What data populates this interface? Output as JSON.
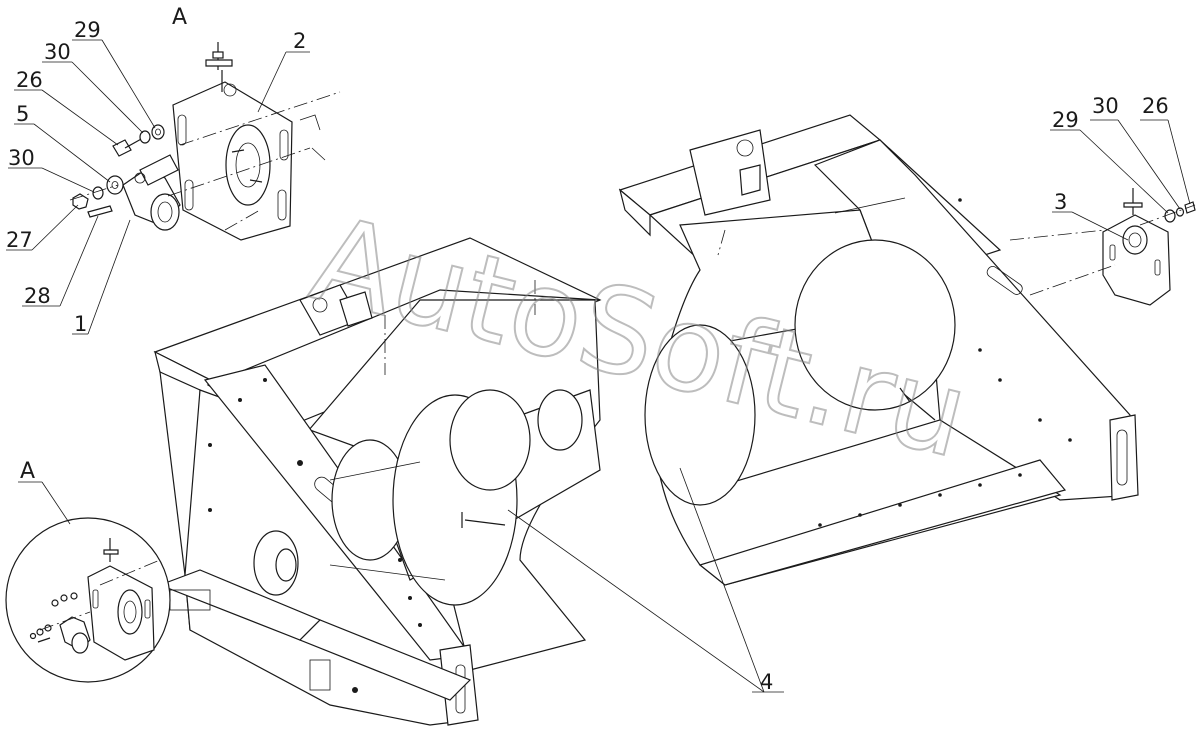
{
  "view_label": "A",
  "detail_label": "A",
  "callouts": {
    "c1": "1",
    "c2": "2",
    "c3": "3",
    "c4": "4",
    "c5": "5",
    "c26a": "26",
    "c26b": "26",
    "c27": "27",
    "c28": "28",
    "c29a": "29",
    "c29b": "29",
    "c30a": "30",
    "c30b": "30",
    "c30c": "30"
  },
  "watermark": "AutoSoft.ru"
}
